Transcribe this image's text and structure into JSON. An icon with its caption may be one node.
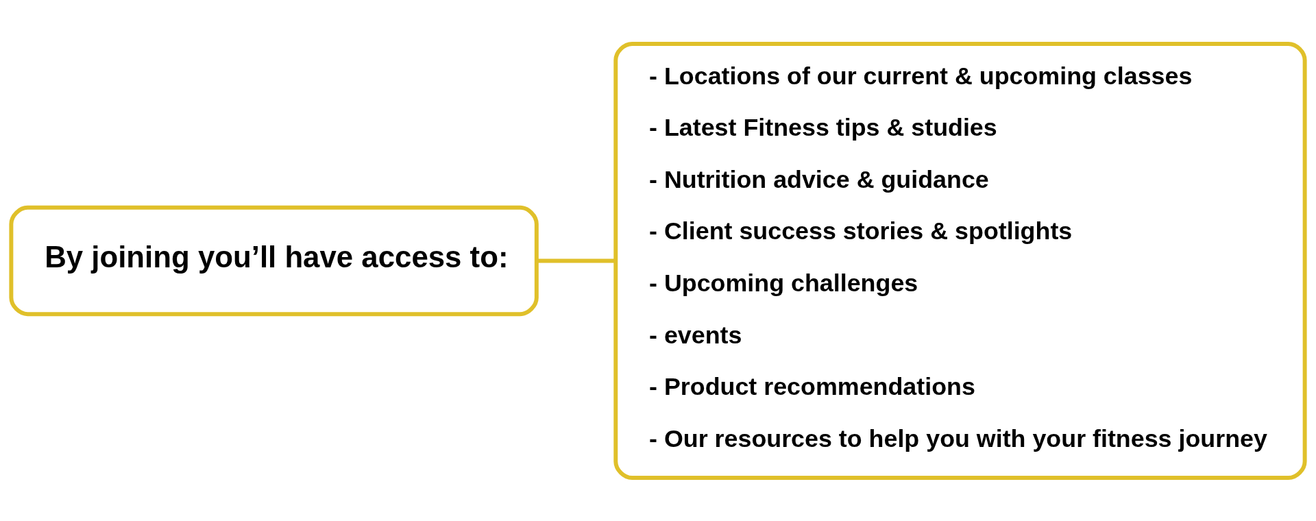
{
  "diagram": {
    "nodes": [
      {
        "text": [
          "By joining you’ll have access to:"
        ]
      },
      {
        "text": [
          "- Locations of our current & upcoming classes",
          "- Latest Fitness tips & studies",
          "- Nutrition advice & guidance",
          "- Client success stories & spotlights",
          "- Upcoming challenges",
          "- events",
          "- Product recommendations",
          "- Our resources to help you with your fitness journey"
        ]
      }
    ],
    "edges": [
      {
        "from": 0,
        "to": 1,
        "arrow": "none"
      }
    ]
  }
}
